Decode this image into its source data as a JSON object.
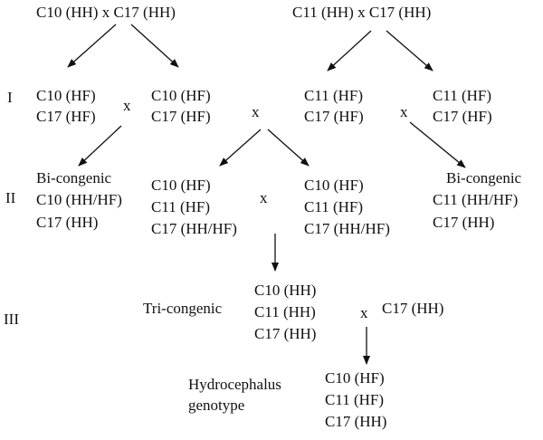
{
  "cross_top_left": "C10 (HH) x C17 (HH)",
  "cross_top_right": "C11 (HH) x C17 (HH)",
  "generations": [
    "I",
    "II",
    "III"
  ],
  "gen1": {
    "a_line1": "C10 (HF)",
    "a_line2": "C17 (HF)",
    "b_line1": "C10 (HF)",
    "b_line2": "C17 (HF)",
    "c_line1": "C11 (HF)",
    "c_line2": "C17 (HF)",
    "d_line1": "C11 (HF)",
    "d_line2": "C17 (HF)",
    "cross_symbol": "x"
  },
  "gen2": {
    "bicongenic_left": [
      "Bi-congenic",
      "C10 (HH/HF)",
      "C17 (HH)"
    ],
    "mid_a": [
      "C10 (HF)",
      "C11 (HF)",
      "C17 (HH/HF)"
    ],
    "mid_b": [
      "C10 (HF)",
      "C11 (HF)",
      "C17 (HH/HF)"
    ],
    "bicongenic_right": [
      "Bi-congenic",
      "C11 (HH/HF)",
      "C17 (HH)"
    ],
    "cross_symbol": "x"
  },
  "gen3": {
    "label": "Tri-congenic",
    "tri": [
      "C10 (HH)",
      "C11 (HH)",
      "C17 (HH)"
    ],
    "cross_symbol": "x",
    "partner": "C17 (HH)"
  },
  "result": {
    "label_line1": "Hydrocephalus",
    "label_line2": "genotype",
    "lines": [
      "C10 (HF)",
      "C11 (HF)",
      "C17 (HH)"
    ]
  }
}
